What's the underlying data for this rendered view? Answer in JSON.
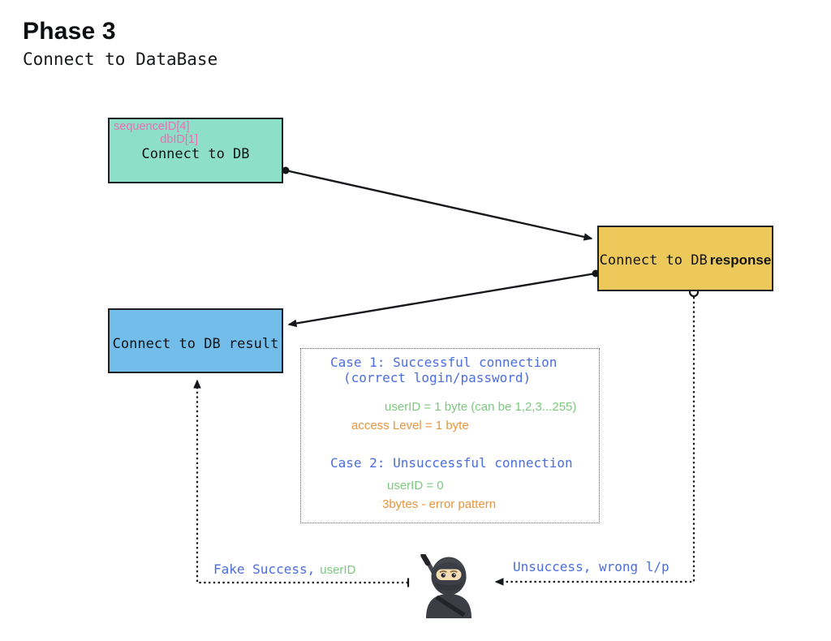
{
  "header": {
    "title": "Phase 3",
    "subtitle": "Connect to DataBase"
  },
  "nodes": {
    "connect_db": {
      "fields": [
        "sequenceID[4]",
        "dbID[1]"
      ],
      "label": "Connect to DB",
      "fill": "#8ddfc8"
    },
    "connect_db_response": {
      "label_mono": "Connect to DB",
      "label_suffix": "response",
      "fill": "#edc95c"
    },
    "connect_db_result": {
      "label": "Connect to DB result",
      "fill": "#72bdea"
    }
  },
  "case_box": {
    "case1": {
      "title": "Case 1: Successful connection",
      "subtitle": "(correct login/password)",
      "user_id_line": "userID = 1 byte (can be 1,2,3...255)",
      "access_line": "access Level = 1 byte"
    },
    "case2": {
      "title": "Case 2: Unsuccessful connection",
      "user_id_line": "userID = 0",
      "error_line": "3bytes - error pattern"
    }
  },
  "edges": {
    "fake_success": {
      "label_blue": "Fake Success,",
      "label_green": "userID"
    },
    "unsuccess": {
      "label": "Unsuccess, wrong l/p"
    }
  },
  "icons": {
    "ninja": "ninja-attacker"
  },
  "colors": {
    "node_request": "#8ddfc8",
    "node_response": "#edc95c",
    "node_result": "#72bdea",
    "text_pink": "#ee6fb4",
    "text_blue": "#4a6de0",
    "text_green": "#7cc87e",
    "text_orange": "#e8953c",
    "line": "#15171a"
  }
}
